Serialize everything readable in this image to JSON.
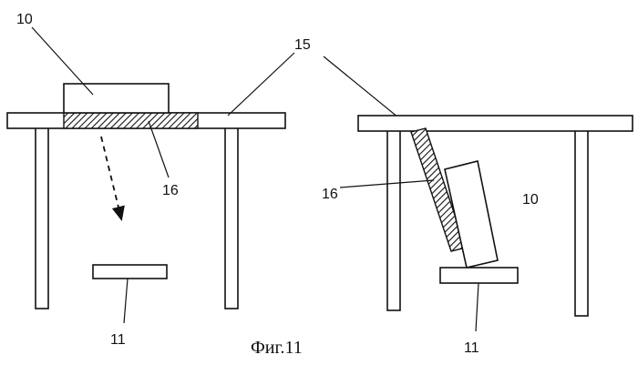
{
  "labels": {
    "left_box": "10",
    "table_top": "15",
    "strip_left": "16",
    "left_target": "11",
    "strip_right": "16",
    "right_box": "10",
    "right_target": "11"
  },
  "caption": "Фиг.11"
}
